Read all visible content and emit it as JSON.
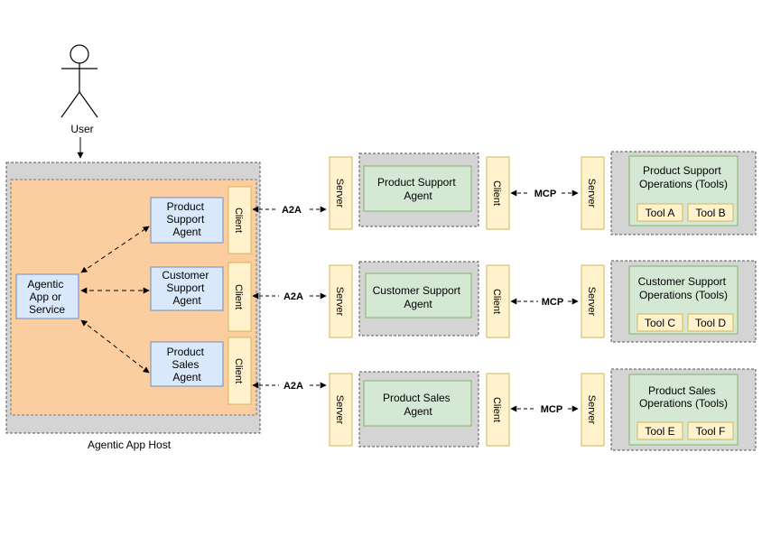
{
  "user": {
    "label": "User"
  },
  "host": {
    "label": "Agentic App Host",
    "app_lines": [
      "Agentic",
      "App or",
      "Service"
    ],
    "agents": [
      {
        "lines": [
          "Product",
          "Support",
          "Agent"
        ],
        "client": "Client"
      },
      {
        "lines": [
          "Customer",
          "Support",
          "Agent"
        ],
        "client": "Client"
      },
      {
        "lines": [
          "Product",
          "Sales",
          "Agent"
        ],
        "client": "Client"
      }
    ]
  },
  "rows": [
    {
      "a2a": "A2A",
      "server": "Server",
      "agent_lines": [
        "Product Support",
        "Agent"
      ],
      "client": "Client",
      "mcp": "MCP",
      "tool_server": "Server",
      "ops_lines": [
        "Product Support",
        "Operations (Tools)"
      ],
      "tools": [
        "Tool A",
        "Tool B"
      ]
    },
    {
      "a2a": "A2A",
      "server": "Server",
      "agent_lines": [
        "Customer Support",
        "Agent"
      ],
      "client": "Client",
      "mcp": "MCP",
      "tool_server": "Server",
      "ops_lines": [
        "Customer Support",
        "Operations (Tools)"
      ],
      "tools": [
        "Tool C",
        "Tool D"
      ]
    },
    {
      "a2a": "A2A",
      "server": "Server",
      "agent_lines": [
        "Product Sales",
        "Agent"
      ],
      "client": "Client",
      "mcp": "MCP",
      "tool_server": "Server",
      "ops_lines": [
        "Product Sales",
        "Operations (Tools)"
      ],
      "tools": [
        "Tool E",
        "Tool F"
      ]
    }
  ],
  "colors": {
    "host_bg": "#d4d4d4",
    "host_inner": "#fbcd9f",
    "agent_blue": "#dae8fc",
    "agent_blue_border": "#6c8ebf",
    "green": "#d5e8d4",
    "green_border": "#82b366",
    "yellow": "#fff2cc",
    "yellow_border": "#d6b656",
    "gray": "#d4d4d4"
  }
}
